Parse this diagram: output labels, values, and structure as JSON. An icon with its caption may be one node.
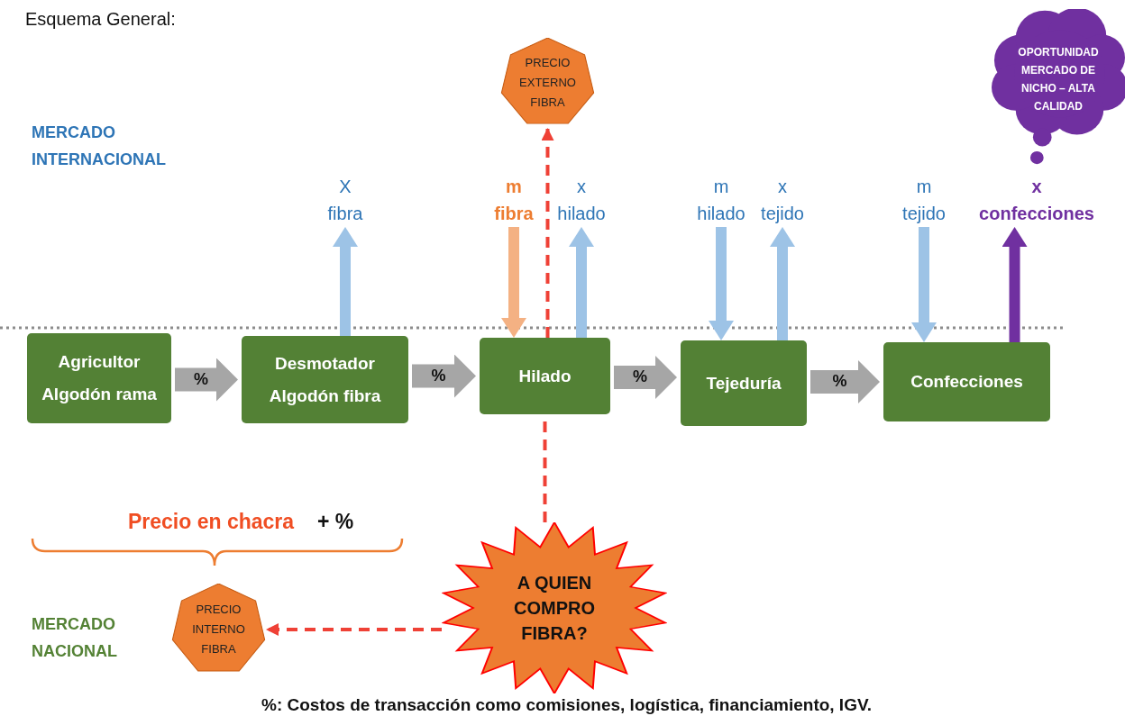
{
  "diagram": {
    "title": "Esquema General:",
    "nodes": [
      {
        "text": [
          "Agricultor Algodón rama"
        ]
      },
      {
        "text": [
          "Desmotador Algodón fibra"
        ]
      },
      {
        "text": [
          "Hilado"
        ]
      },
      {
        "text": [
          "Tejeduría"
        ]
      },
      {
        "text": [
          "Confecciones"
        ]
      },
      {
        "text": [
          "PRECIO EXTERNO FIBRA"
        ]
      },
      {
        "text": [
          "OPORTUNIDAD MERCADO DE NICHO – ALTA CALIDAD"
        ]
      },
      {
        "text": [
          "A QUIEN COMPRO FIBRA?"
        ]
      },
      {
        "text": [
          "PRECIO INTERNO FIBRA"
        ]
      },
      {
        "text": [
          "X fibra"
        ]
      },
      {
        "text": [
          "m fibra"
        ]
      },
      {
        "text": [
          "x hilado"
        ]
      },
      {
        "text": [
          "m hilado"
        ]
      },
      {
        "text": [
          "x tejido"
        ]
      },
      {
        "text": [
          "m tejido"
        ]
      },
      {
        "text": [
          "x confecciones"
        ]
      }
    ],
    "edges": [
      {
        "from": 0,
        "to": 1,
        "arrow": "to",
        "label": "%",
        "color": "#a6a6a6"
      },
      {
        "from": 1,
        "to": 2,
        "arrow": "to",
        "label": "%",
        "color": "#a6a6a6"
      },
      {
        "from": 2,
        "to": 3,
        "arrow": "to",
        "label": "%",
        "color": "#a6a6a6"
      },
      {
        "from": 3,
        "to": 4,
        "arrow": "to",
        "label": "%",
        "color": "#a6a6a6"
      },
      {
        "from": 7,
        "to": 2,
        "arrow": "none",
        "style": "dashed",
        "color": "#ef4136"
      },
      {
        "from": 2,
        "to": 5,
        "arrow": "to",
        "style": "dashed",
        "color": "#ef4136"
      },
      {
        "from": 7,
        "to": 8,
        "arrow": "to",
        "style": "dashed",
        "color": "#ef4136"
      },
      {
        "from": 1,
        "to": 9,
        "arrow": "to"
      },
      {
        "from": 10,
        "to": 2,
        "arrow": "to",
        "color": "#f4b183"
      },
      {
        "from": 2,
        "to": 11,
        "arrow": "to"
      },
      {
        "from": 12,
        "to": 3,
        "arrow": "to"
      },
      {
        "from": 3,
        "to": 13,
        "arrow": "to"
      },
      {
        "from": 14,
        "to": 4,
        "arrow": "to"
      },
      {
        "from": 4,
        "to": 15,
        "arrow": "to",
        "color": "#7030a0"
      }
    ],
    "labels": [
      "MERCADO INTERNACIONAL",
      "Precio en chacra",
      "+ %",
      "MERCADO NACIONAL",
      "%: Costos de transacción como comisiones, logística, financiamiento, IGV."
    ]
  }
}
